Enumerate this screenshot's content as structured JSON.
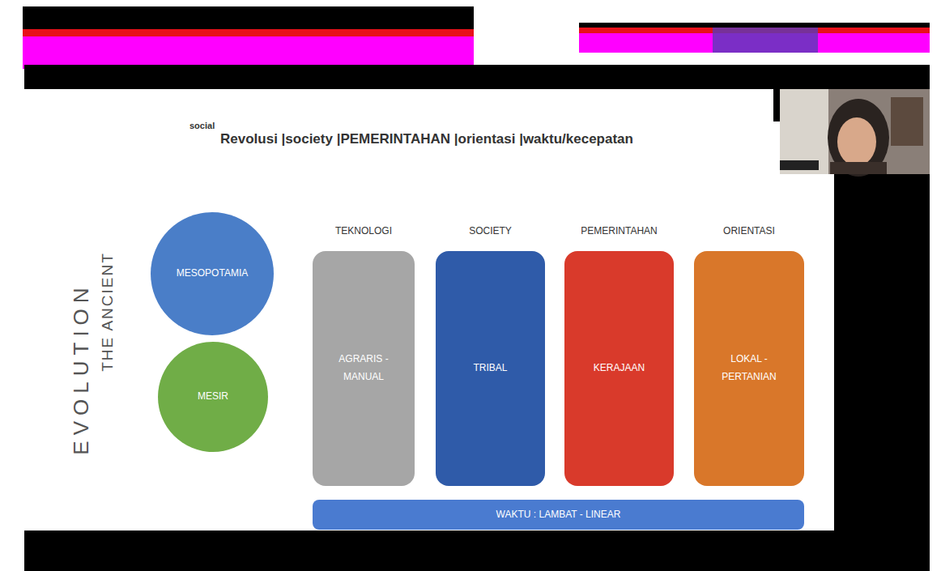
{
  "diagram": {
    "title": "Revolusi |society |PEMERINTAHAN |orientasi |waktu/kecepatan",
    "nodes": [
      {
        "text": [
          "MESOPOTAMIA"
        ]
      },
      {
        "text": [
          "MESIR"
        ]
      },
      {
        "text": [
          "TEKNOLOGI",
          "AGRARIS - MANUAL"
        ]
      },
      {
        "text": [
          "SOCIETY",
          "TRIBAL"
        ]
      },
      {
        "text": [
          "PEMERINTAHAN",
          "KERAJAAN"
        ]
      },
      {
        "text": [
          "ORIENTASI",
          "LOKAL - PERTANIAN"
        ]
      },
      {
        "text": [
          "WAKTU : LAMBAT - LINEAR"
        ]
      }
    ],
    "labels": [
      "social",
      "EVOLUTION",
      "THE ANCIENT"
    ]
  }
}
